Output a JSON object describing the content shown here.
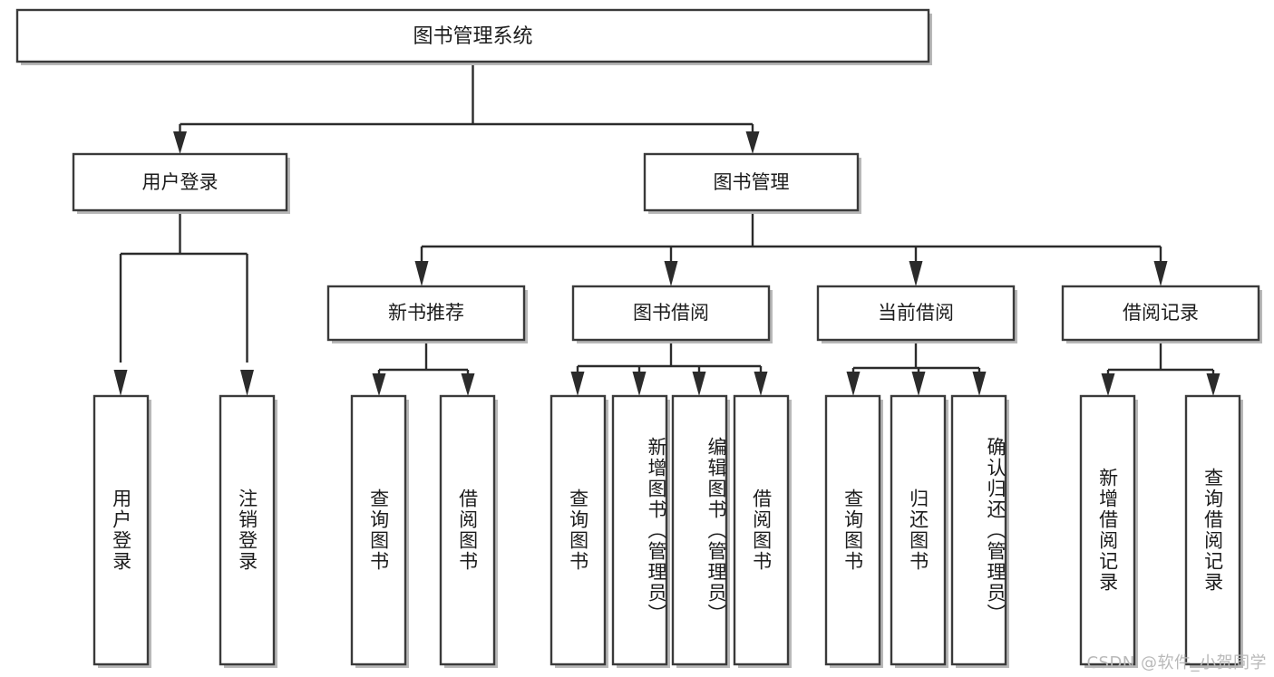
{
  "diagram": {
    "type": "tree",
    "title": "图书管理系统",
    "orientation": "top-down",
    "colors": {
      "box_stroke": "#3a3a3a",
      "box_fill": "#ffffff",
      "connector": "#2b2b2b",
      "text": "#1c1c1c",
      "watermark": "#b9b9b9",
      "background": "#ffffff"
    },
    "root": {
      "label": "图书管理系统"
    },
    "level2": [
      {
        "label": "用户登录"
      },
      {
        "label": "图书管理"
      }
    ],
    "level3": [
      {
        "label": "新书推荐"
      },
      {
        "label": "图书借阅"
      },
      {
        "label": "当前借阅"
      },
      {
        "label": "借阅记录"
      }
    ],
    "leaves": {
      "user_login": [
        {
          "label": "用户登录"
        },
        {
          "label": "注销登录"
        }
      ],
      "new_book_recommend": [
        {
          "label": "查询图书"
        },
        {
          "label": "借阅图书"
        }
      ],
      "book_borrow": [
        {
          "label": "查询图书"
        },
        {
          "label": "新增图书（管理员）"
        },
        {
          "label": "编辑图书（管理员）"
        },
        {
          "label": "借阅图书"
        }
      ],
      "current_borrow": [
        {
          "label": "查询图书"
        },
        {
          "label": "归还图书"
        },
        {
          "label": "确认归还（管理员）"
        }
      ],
      "borrow_record": [
        {
          "label": "新增借阅记录"
        },
        {
          "label": "查询借阅记录"
        }
      ]
    }
  },
  "watermark": {
    "text": "CSDN @软件_小贺同学"
  }
}
